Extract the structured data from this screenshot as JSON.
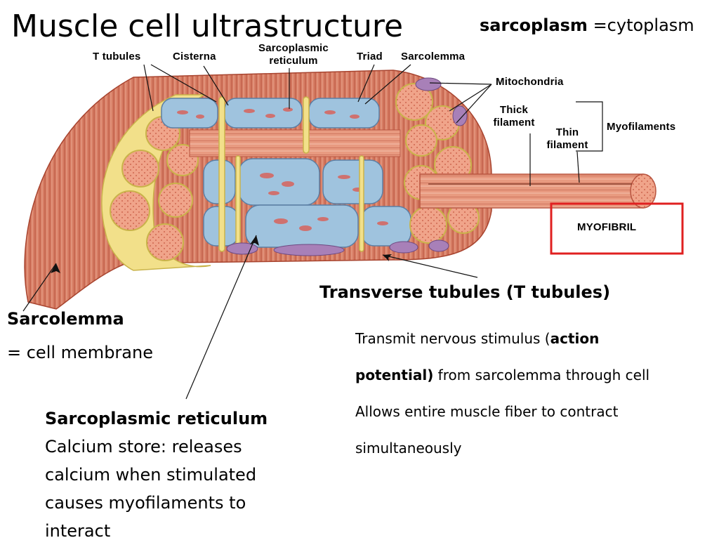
{
  "title": "Muscle cell ultrastructure",
  "sarcoplasm": {
    "term": "sarcoplasm",
    "definition": " =cytoplasm"
  },
  "diagram_labels": {
    "t_tubules": "T tubules",
    "cisterna": "Cisterna",
    "sr_line1": "Sarcoplasmic",
    "sr_line2": "reticulum",
    "triad": "Triad",
    "sarcolemma_top": "Sarcolemma",
    "mitochondria": "Mitochondria",
    "thick_line1": "Thick",
    "thick_line2": "filament",
    "thin_line1": "Thin",
    "thin_line2": "filament",
    "myofilaments": "Myofilaments",
    "myofibril": "MYOFIBRIL"
  },
  "sarcolemma": {
    "term": "Sarcolemma",
    "definition": "= cell membrane"
  },
  "sr": {
    "term": "Sarcoplasmic reticulum",
    "lines": [
      "Calcium store: releases",
      "calcium when stimulated",
      "causes  myofilaments to",
      "interact"
    ]
  },
  "ttubules": {
    "term": "Transverse tubules (T tubules)",
    "line1_a": "Transmit nervous stimulus (",
    "line1_b": "action",
    "line2_a": "potential)",
    "line2_b": "  from sarcolemma through cell",
    "line3": "Allows entire muscle fiber to contract",
    "line4": "simultaneously"
  },
  "colors": {
    "muscle": "#d9826a",
    "muscle_dark": "#b8543f",
    "sarcoplasmic_reticulum": "#9fc3de",
    "t_tubule_yellow": "#f2e08a",
    "mitochondria": "#a880b8",
    "myofibril_box": "#e02020"
  }
}
